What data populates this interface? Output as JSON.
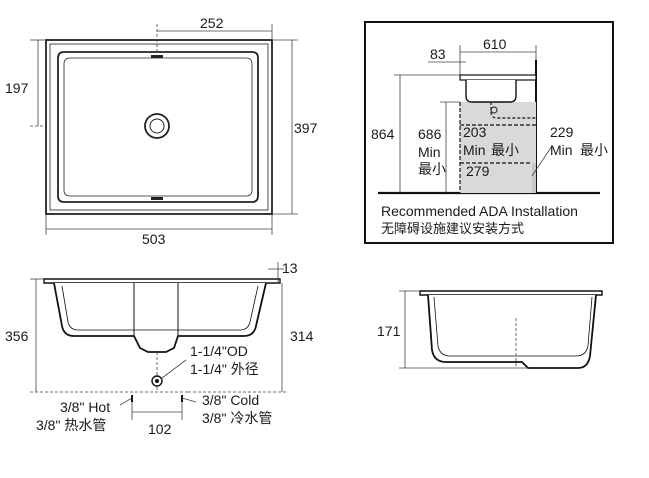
{
  "top_view": {
    "width_label": "503",
    "half_width_label": "252",
    "depth_label": "397",
    "half_depth_label": "197"
  },
  "front_view": {
    "height_label": "356",
    "bowl_depth_label": "314",
    "rim_label": "13",
    "drain_od_label": "1-1/4\"OD",
    "drain_cn_label": "1-1/4\" 外径",
    "hot_label": "3/8\" Hot",
    "hot_cn_label": "3/8\" 热水管",
    "cold_label": "3/8\" Cold",
    "cold_cn_label": "3/8\" 冷水管",
    "spacing_label": "102"
  },
  "side_view": {
    "height_label": "171"
  },
  "ada": {
    "width_label": "610",
    "offset_label": "83",
    "height_label": "864",
    "knee_label": "686",
    "knee_min": "Min",
    "knee_cn": "最小",
    "toe_label": "203",
    "toe_min": "Min",
    "toe_cn": "最小",
    "toe_depth_label": "279",
    "clear_label": "229",
    "clear_min": "Min",
    "clear_cn": "最小",
    "caption_en": "Recommended ADA Installation",
    "caption_cn": "无障碍设施建议安装方式"
  }
}
